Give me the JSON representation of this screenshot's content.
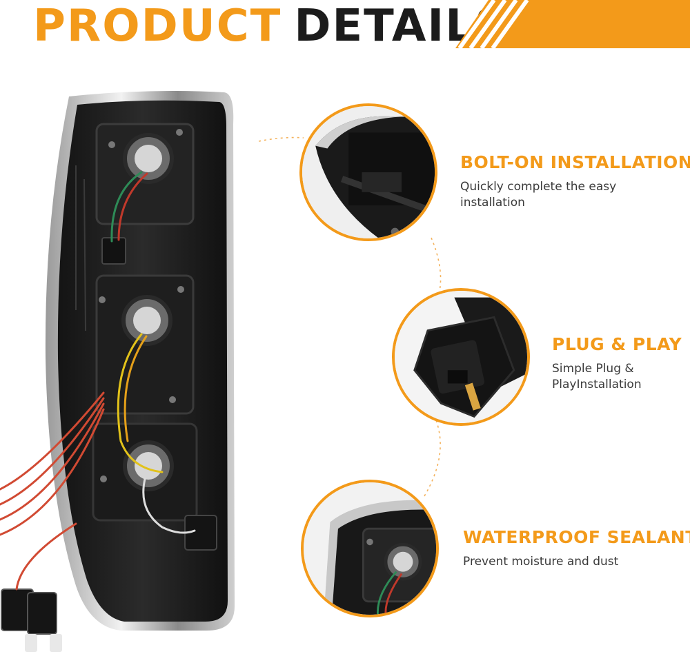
{
  "header": {
    "title_word1": "PRODUCT",
    "title_word2": "DETAILS"
  },
  "colors": {
    "accent": "#f39a1a",
    "dark": "#1c1c1c",
    "text": "#3a3a3a"
  },
  "features": [
    {
      "title": "BOLT-ON INSTALLATION",
      "description": "Quickly complete the easy installation",
      "icon": "housing-closeup-image"
    },
    {
      "title": "PLUG & PLAY",
      "description": "Simple Plug & PlayInstallation",
      "icon": "connector-plug-image"
    },
    {
      "title": "WATERPROOF SEALANT",
      "description": "Prevent moisture and dust",
      "icon": "sealed-housing-image"
    }
  ]
}
